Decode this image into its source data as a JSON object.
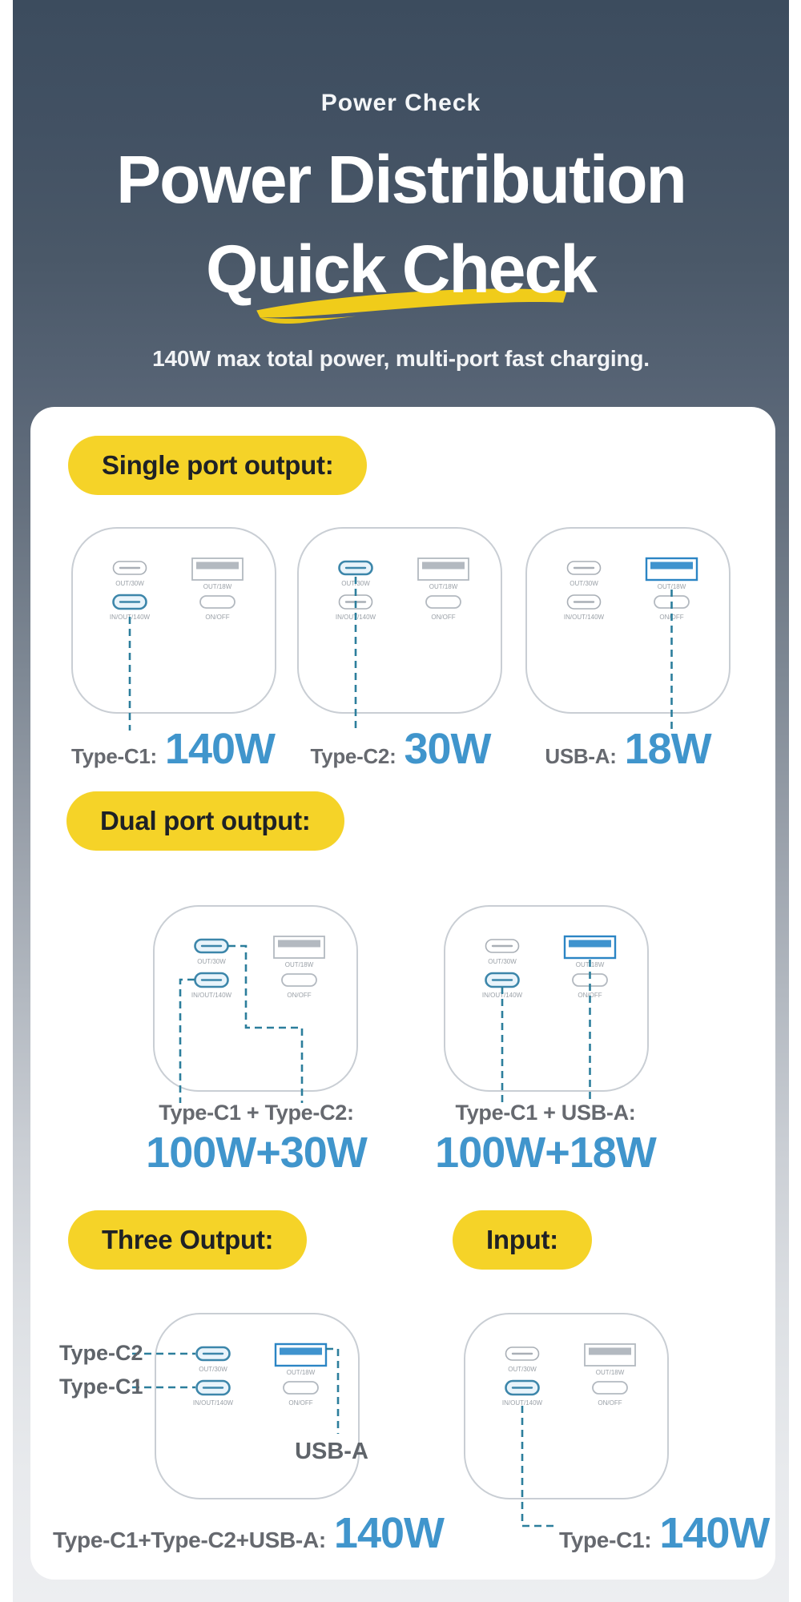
{
  "header": {
    "kicker": "Power Check",
    "title_line1": "Power Distribution",
    "title_line2": "Quick Check",
    "subtitle": "140W max total power, multi-port fast charging."
  },
  "colors": {
    "background_top": "#3C4C5E",
    "accent_yellow": "#F5D328",
    "accent_blue": "#4095CC",
    "dash_teal": "#2C7E9C",
    "caption_gray": "#66696F"
  },
  "port_labels": {
    "typec_top": "OUT/30W",
    "typec_bottom": "IN/OUT/140W",
    "usba": "OUT/18W",
    "onoff": "ON/OFF"
  },
  "sections": {
    "single": {
      "heading": "Single port output:",
      "figures": [
        {
          "label": "Type-C1:",
          "value": "140W"
        },
        {
          "label": "Type-C2:",
          "value": "30W"
        },
        {
          "label": "USB-A:",
          "value": "18W"
        }
      ]
    },
    "dual": {
      "heading": "Dual port output:",
      "figures": [
        {
          "label": "Type-C1 + Type-C2:",
          "value": "100W+30W"
        },
        {
          "label": "Type-C1 + USB-A:",
          "value": "100W+18W"
        }
      ]
    },
    "three": {
      "heading": "Three Output:",
      "tags": {
        "c2": "Type-C2",
        "c1": "Type-C1",
        "usba": "USB-A"
      },
      "label": "Type-C1+Type-C2+USB-A:",
      "value": "140W"
    },
    "input": {
      "heading": "Input:",
      "label": "Type-C1:",
      "value": "140W"
    }
  }
}
